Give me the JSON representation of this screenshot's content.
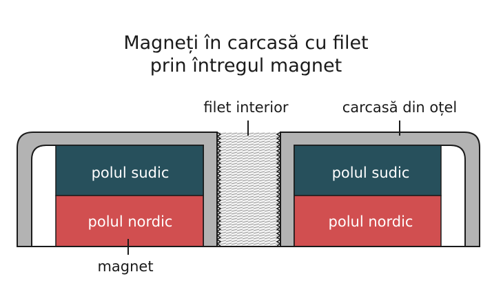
{
  "title": {
    "line1": "Magneți în carcasă cu filet",
    "line2": "prin întregul magnet"
  },
  "labels": {
    "thread": "filet interior",
    "housing": "carcasă din oțel",
    "magnet": "magnet"
  },
  "poles": {
    "south": "polul sudic",
    "north": "polul nordic"
  },
  "colors": {
    "housing": "#b3b3b3",
    "south": "#27505c",
    "north": "#d14f50",
    "outline": "#1a1a1a"
  }
}
